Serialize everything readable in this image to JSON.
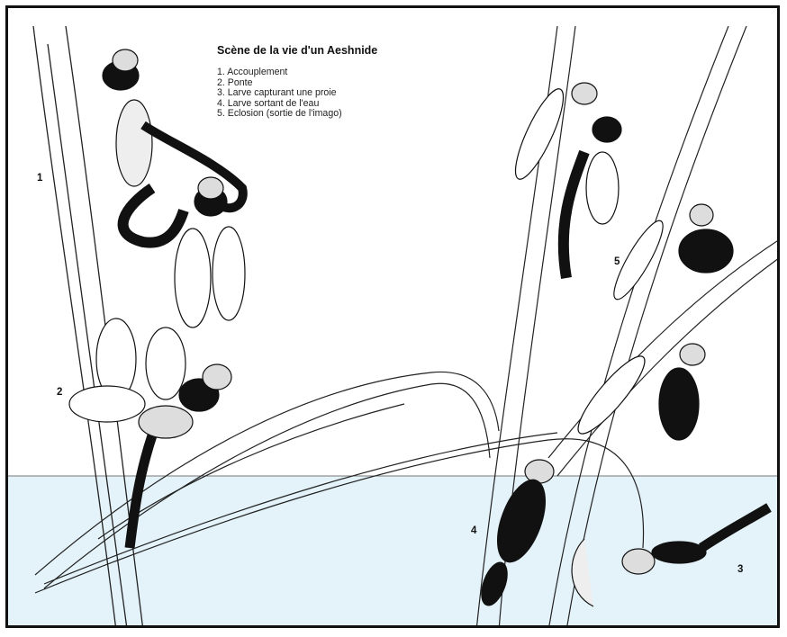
{
  "title": "Scène de la vie d'un Aeshnide",
  "legend": [
    "1.  Accouplement",
    "2.  Ponte",
    "3.  Larve capturant une proie",
    "4.  Larve sortant de l'eau",
    "5.  Eclosion (sortie de l'imago)"
  ],
  "numbers": {
    "n1": "1",
    "n2": "2",
    "n3": "3",
    "n4": "4",
    "n5": "5"
  },
  "colors": {
    "water": "#e3f3f9",
    "ink": "#111111",
    "stroke": "#222222"
  }
}
